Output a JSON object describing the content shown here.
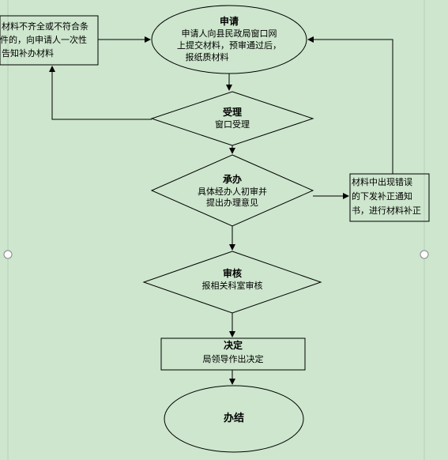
{
  "nodes": {
    "apply": {
      "title": "申请",
      "lines": [
        "申请人向县民政局窗口网",
        "上提交材料，预审通过后，",
        "报纸质材料"
      ]
    },
    "accept": {
      "title": "受理",
      "lines": [
        "窗口受理"
      ]
    },
    "handle": {
      "title": "承办",
      "lines": [
        "具体经办人初审并",
        "提出办理意见"
      ]
    },
    "review": {
      "title": "审核",
      "lines": [
        "报相关科室审核"
      ]
    },
    "decide": {
      "title": "决定",
      "lines": [
        "局领导作出决定"
      ]
    },
    "finish": {
      "title": "办结"
    },
    "incomplete_note": {
      "lines": [
        "材料不齐全或不符合条",
        "件的，向申请人一次性",
        "告知补办材料"
      ]
    },
    "error_note": {
      "lines": [
        "材料中出现错误",
        "的下发补正通知",
        "书，进行材料补正"
      ]
    }
  }
}
